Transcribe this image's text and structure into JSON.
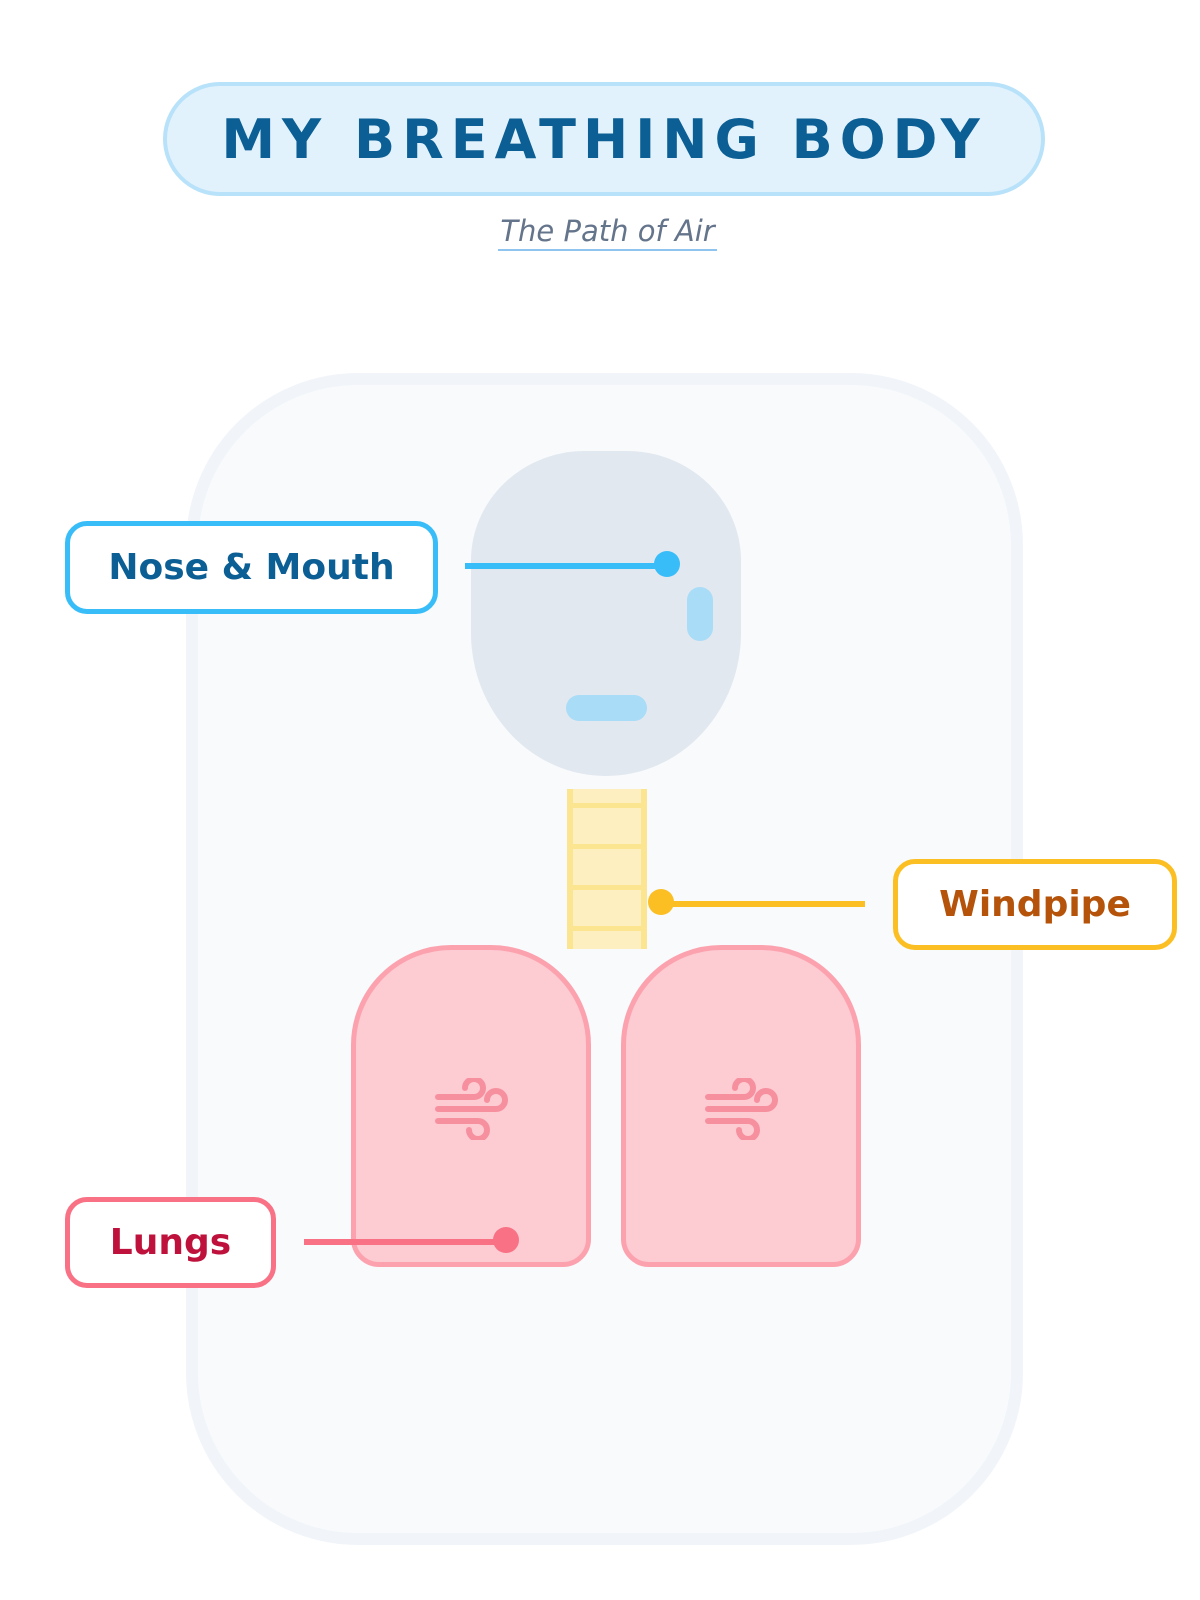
{
  "title": "MY BREATHING BODY",
  "subtitle": "The Path of Air",
  "labels": {
    "nose_mouth": "Nose & Mouth",
    "windpipe": "Windpipe",
    "lungs": "Lungs"
  },
  "colors": {
    "title_text": "#0b5f94",
    "nose_mouth_accent": "#38bdf8",
    "windpipe_accent": "#fbbf24",
    "lungs_accent": "#f87185",
    "lung_fill": "#fdcbd2",
    "head_fill": "#e2e8f0",
    "windpipe_fill": "#fdefbf"
  },
  "icons": {
    "lung_left": "wind-icon",
    "lung_right": "wind-icon"
  }
}
